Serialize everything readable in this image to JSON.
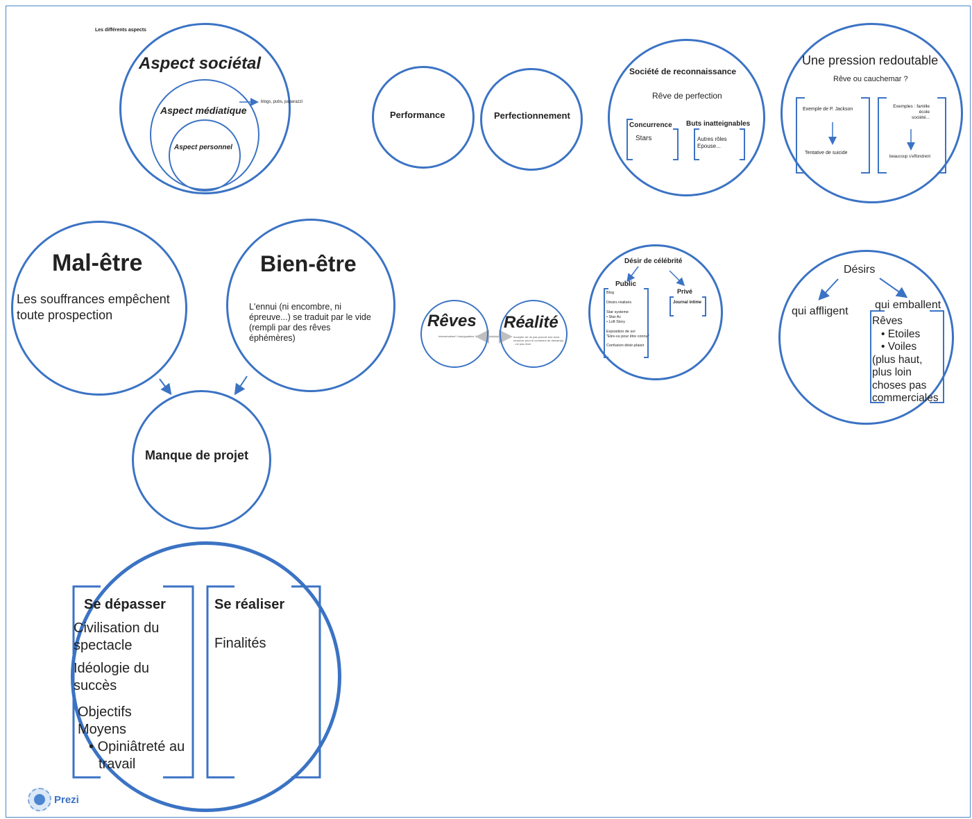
{
  "aspects": {
    "header": "Les différents aspects",
    "societal": "Aspect sociétal",
    "mediatique": "Aspect médiatique",
    "personnel": "Aspect personnel",
    "note": "blogs, pubs, paparazzi"
  },
  "performance": "Performance",
  "perfectionnement": "Perfectionnement",
  "reconnaissance": {
    "title": "Société de reconnaissance",
    "subtitle": "Rêve de perfection",
    "concurrence": "Concurrence",
    "buts": "Buts inatteignables",
    "stars": "Stars",
    "autres": [
      "Autres rôles",
      "Epouse..."
    ]
  },
  "pression": {
    "title": "Une pression redoutable",
    "subtitle": "Rêve ou cauchemar ?",
    "exemple_pj": "Exemple de P. Jackson",
    "tentative": "Tentative de suicide",
    "exemples": [
      "Exemples : famille",
      "école",
      "société..."
    ],
    "beaucoup": "beaucoup s'effondrent"
  },
  "mal_etre": {
    "title": "Mal-être",
    "text": [
      "Les souffrances empêchent",
      "toute prospection"
    ]
  },
  "bien_etre": {
    "title": "Bien-être",
    "text": [
      "L'ennui (ni encombre, ni",
      "épreuve...) se traduit par le vide",
      "(rempli par des rêves",
      "éphémères)"
    ]
  },
  "manque": "Manque de projet",
  "reves": {
    "title": "Rêves",
    "note": "Interminables? Irrejoignables ?"
  },
  "realite": {
    "title": "Réalité",
    "note": [
      "Accepter de ne pas pouvoir tout avoir,",
      "renoncer pour le construire de demain(s)",
      "...ne pas rêver"
    ]
  },
  "celebrite": {
    "title": "Désir de célébrité",
    "public": "Public",
    "prive": "Privé",
    "journal": "Journal intime",
    "public_items": [
      "Blog",
      "Désirs réalisés",
      "Star systeme",
      "Star Ac",
      "Loft Story",
      "Exposition de soi",
      "\"Etre-vu pour être connu\"",
      "Confusion désir-plaisir"
    ]
  },
  "desirs": {
    "title": "Désirs",
    "affligent": "qui affligent",
    "emballent": "qui emballent",
    "reves": "Rêves",
    "bullets": [
      "Etoiles",
      "Voiles"
    ],
    "more": [
      "(plus haut,",
      "plus loin",
      "choses pas",
      "commerciales"
    ]
  },
  "depasser": {
    "title": "Se dépasser",
    "l1": [
      "Civilisation du",
      "spectacle"
    ],
    "l2": [
      "Idéologie du",
      "succès"
    ],
    "l3": [
      "Objectifs",
      "Moyens"
    ],
    "bullet": [
      "Opiniâtreté au",
      "travail"
    ]
  },
  "realiser": {
    "title": "Se réaliser",
    "finalites": "Finalités"
  },
  "logo": "Prezi",
  "colors": {
    "accent": "#3b73c4",
    "grey_arrow": "#bfbfbf"
  }
}
